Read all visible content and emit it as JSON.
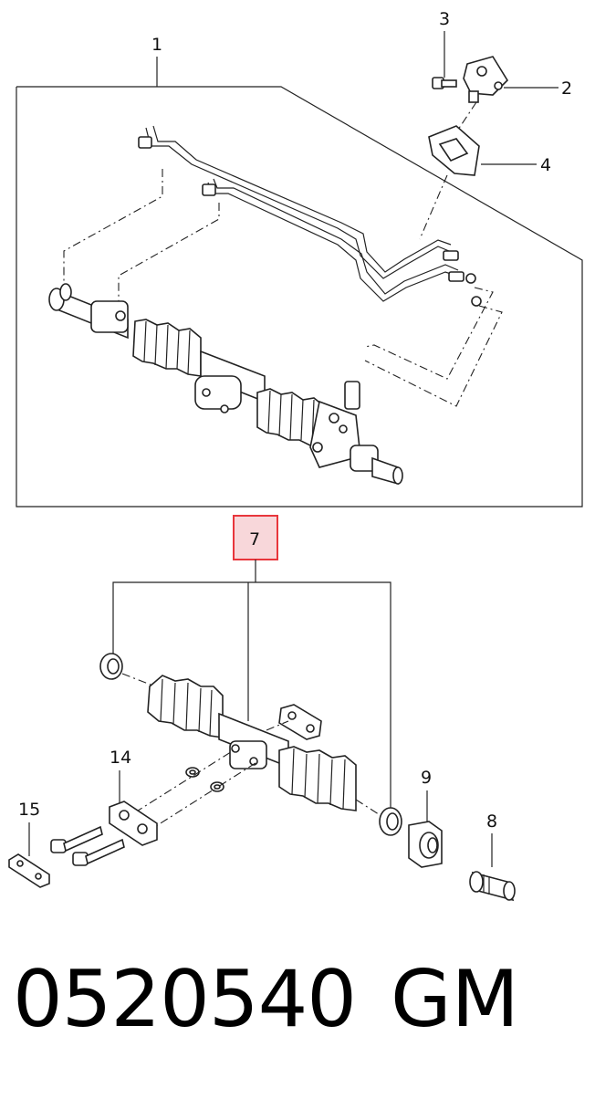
{
  "diagram": {
    "callouts": {
      "c1": "1",
      "c2": "2",
      "c3": "3",
      "c4": "4",
      "c7": "7",
      "c8": "8",
      "c9": "9",
      "c14": "14",
      "c15": "15"
    },
    "highlight_color": "#e8363c",
    "highlight_fill": "#f8d7da"
  },
  "footer": {
    "part_number": "0520540",
    "brand": "GM"
  }
}
